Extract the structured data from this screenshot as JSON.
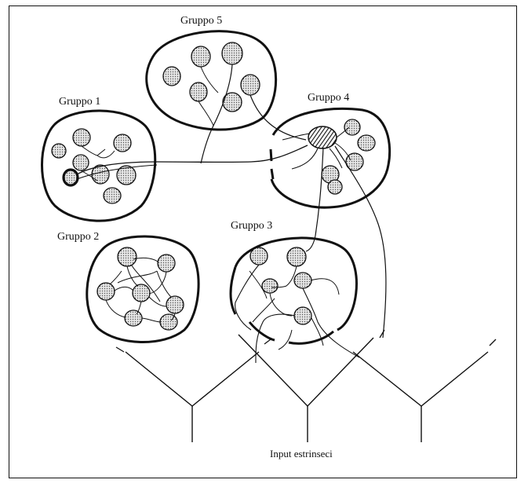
{
  "labels": {
    "group1": "Gruppo 1",
    "group2": "Gruppo 2",
    "group3": "Gruppo 3",
    "group4": "Gruppo 4",
    "group5": "Gruppo 5",
    "input": "Input estrinseci"
  },
  "colors": {
    "ink": "#111111",
    "cell_fill": "#d6d6d6",
    "background": "#ffffff"
  }
}
